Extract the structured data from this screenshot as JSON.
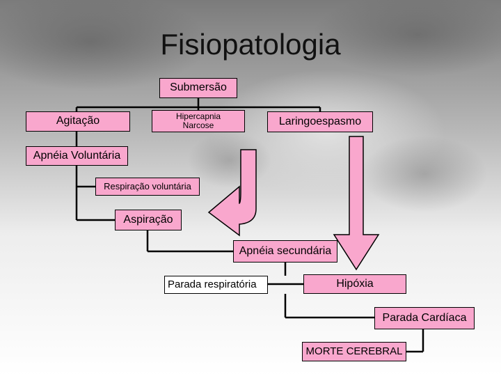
{
  "title": "Fisiopatologia",
  "nodes": {
    "submersao": "Submersão",
    "agitacao": "Agitação",
    "hipercapnia": [
      "Hipercapnia",
      "Narcose"
    ],
    "laringoespasmo": "Laringoespasmo",
    "apneia_voluntaria": "Apnéia Voluntária",
    "respiracao_voluntaria": "Respiração voluntária",
    "aspiracao": "Aspiração",
    "apneia_secundaria": "Apnéia secundária",
    "parada_respiratoria": "Parada respiratória",
    "hipoxia": "Hipóxia",
    "parada_cardiaca": "Parada Cardíaca",
    "morte_cerebral": "MORTE CEREBRAL"
  },
  "colors": {
    "box_fill": "#f9a7cd",
    "box_fill_alt": "#ffffff",
    "arrow_fill": "#f9a7cd",
    "line": "#000000"
  }
}
